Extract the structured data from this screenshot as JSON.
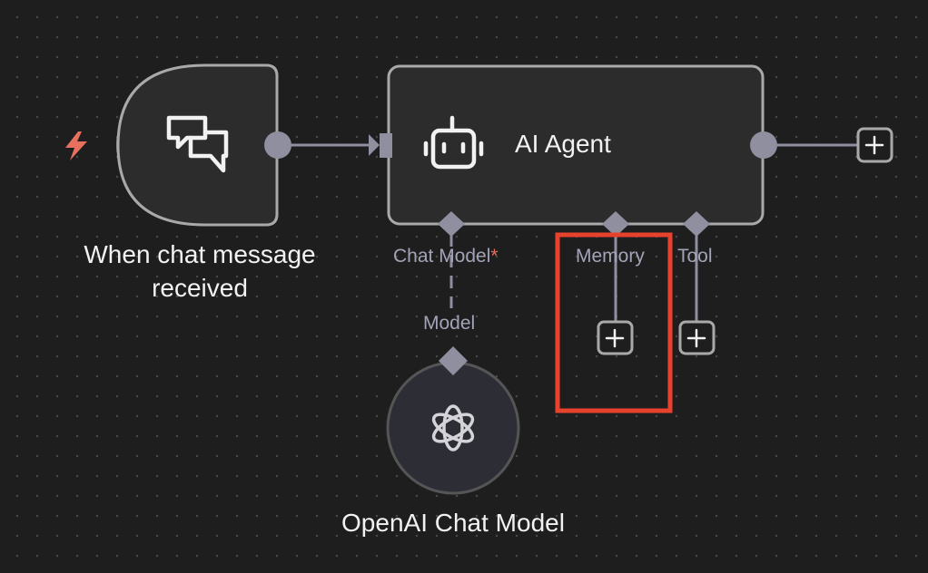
{
  "canvas": {
    "background": "#1e1e1e",
    "grid_dot_color": "#4a4a4a",
    "node_fill": "#2c2c2c",
    "node_border": "#a9a9a9",
    "connector_color": "#8f8f9f",
    "port_label_color": "#a3a3b8",
    "trigger_icon_color": "#e8705f",
    "highlight_color": "#e8412d"
  },
  "nodes": {
    "trigger": {
      "label": "When chat message received",
      "icon": "chat-bubbles-icon",
      "badge_icon": "lightning-bolt-icon"
    },
    "agent": {
      "label": "AI Agent",
      "icon": "robot-icon",
      "ports": {
        "chat_model": {
          "label": "Chat Model",
          "required_marker": "*"
        },
        "memory": {
          "label": "Memory"
        },
        "tool": {
          "label": "Tool"
        }
      }
    },
    "model": {
      "label": "OpenAI Chat Model",
      "icon": "openai-logo-icon",
      "port_label": "Model"
    }
  },
  "actions": {
    "add_icon": "plus-icon"
  }
}
